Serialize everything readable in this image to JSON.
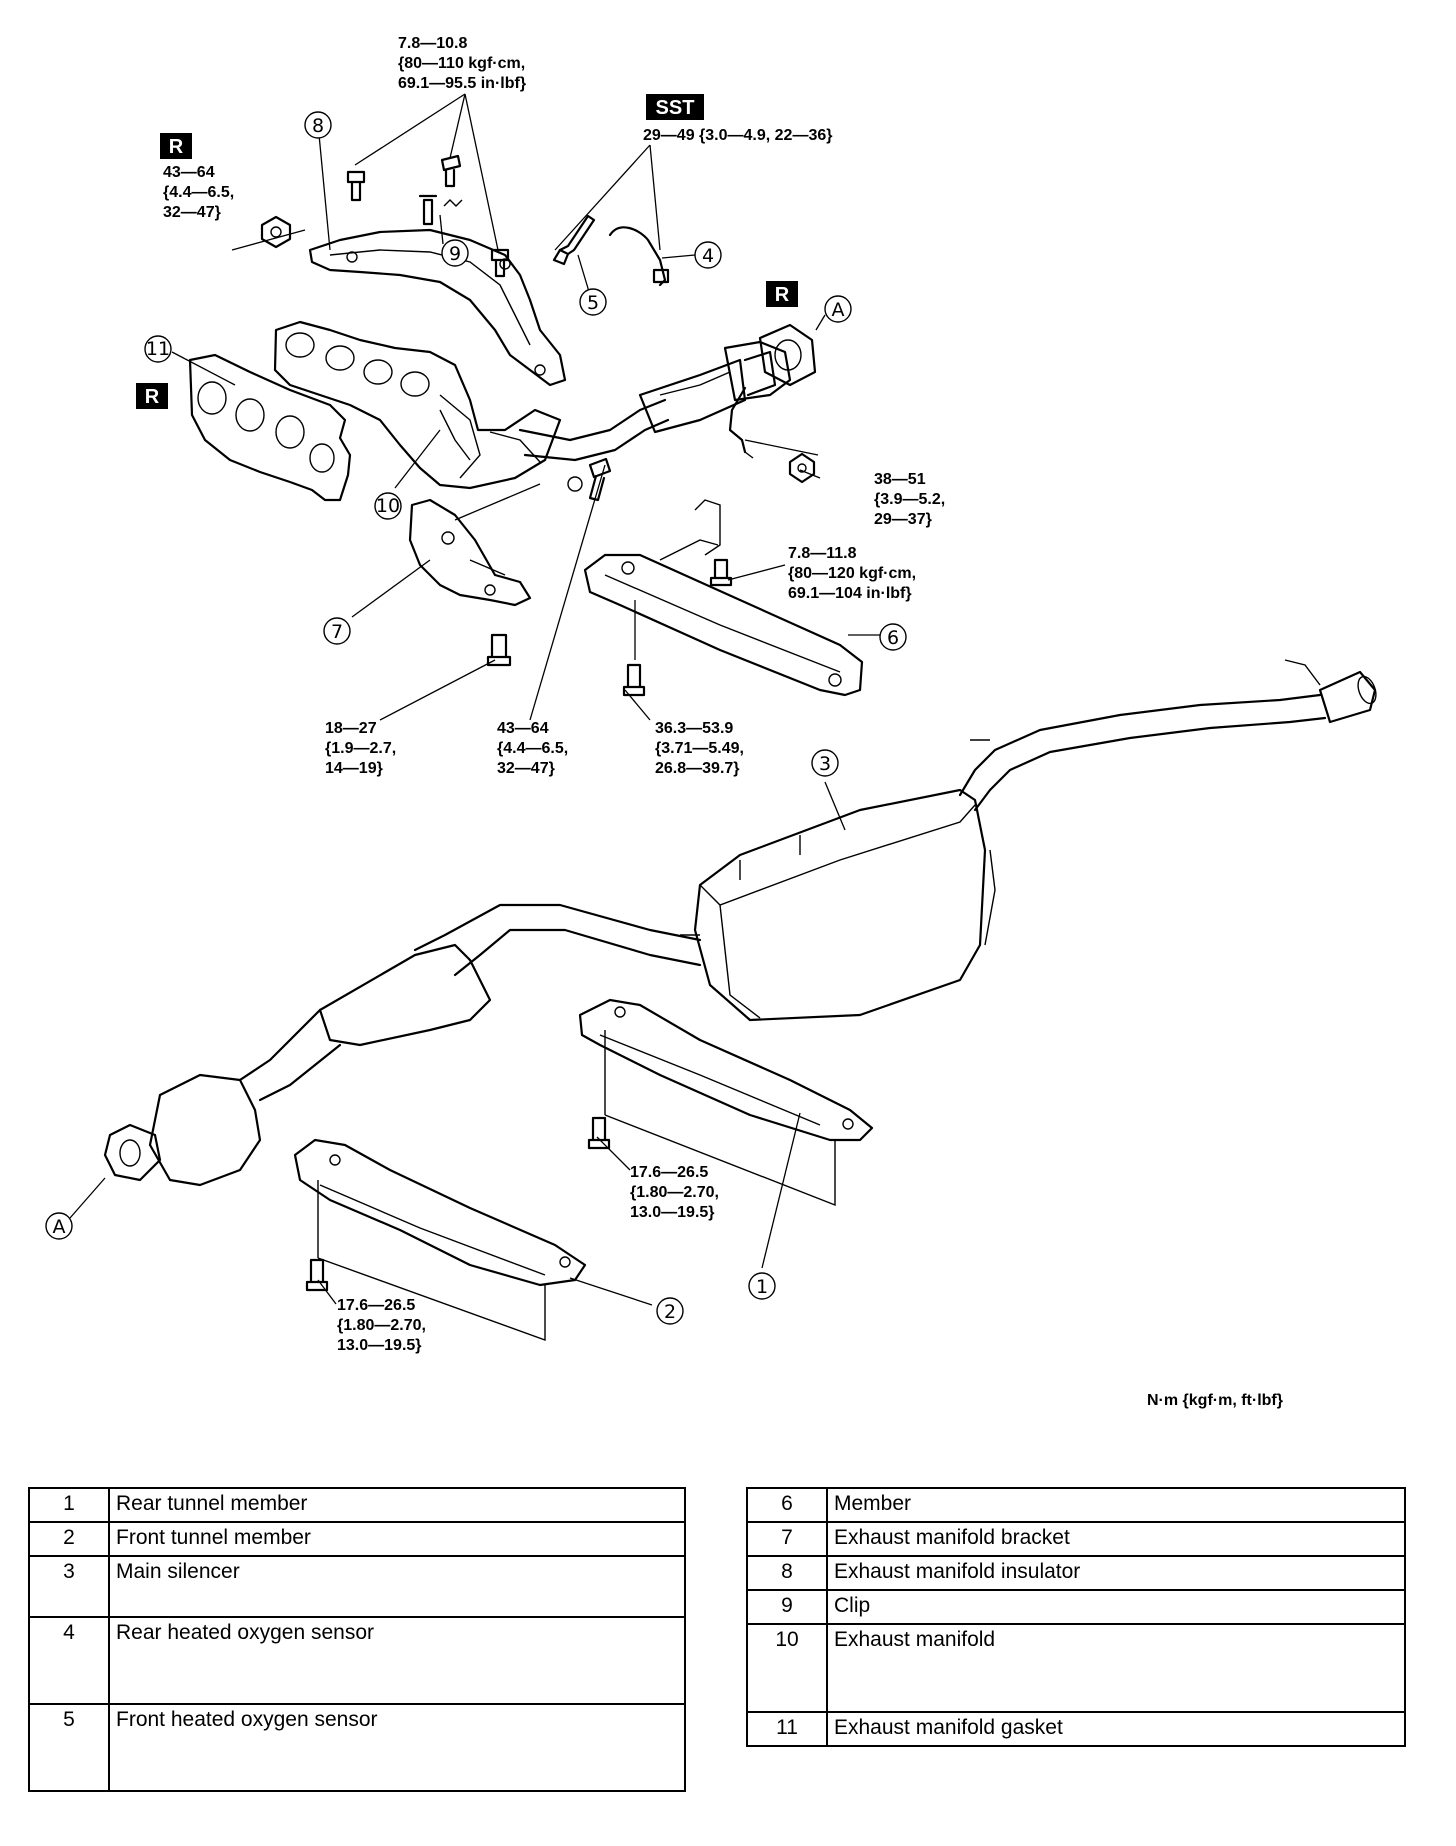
{
  "torque_specs": {
    "heatshield_bolts": [
      "7.8—10.8",
      "{80—110 kgf·cm,",
      "69.1—95.5 in·lbf}"
    ],
    "sst_label": "SST",
    "sensor_torque": "29—49 {3.0—4.9, 22—36}",
    "manifold_nut": [
      "43—64",
      "{4.4—6.5,",
      "32—47}"
    ],
    "flange_nut": [
      "38—51",
      "{3.9—5.2,",
      "29—37}"
    ],
    "member_bolts_upper": [
      "7.8—11.8",
      "{80—120 kgf·cm,",
      "69.1—104 in·lbf}"
    ],
    "bracket_bolt": [
      "18—27",
      "{1.9—2.7,",
      "14—19}"
    ],
    "bracket_stud": [
      "43—64",
      "{4.4—6.5,",
      "32—47}"
    ],
    "member_bolt_main": [
      "36.3—53.9",
      "{3.71—5.49,",
      "26.8—39.7}"
    ],
    "rear_tunnel_bolt": [
      "17.6—26.5",
      "{1.80—2.70,",
      "13.0—19.5}"
    ],
    "front_tunnel_bolt": [
      "17.6—26.5",
      "{1.80—2.70,",
      "13.0—19.5}"
    ]
  },
  "badges": {
    "replace": "R",
    "ref_a": "A"
  },
  "callouts": [
    "1",
    "2",
    "3",
    "4",
    "5",
    "6",
    "7",
    "8",
    "9",
    "10",
    "11"
  ],
  "units_note": "N·m {kgf·m, ft·lbf}",
  "legend_left": [
    {
      "num": "1",
      "name": "Rear tunnel member"
    },
    {
      "num": "2",
      "name": "Front tunnel member"
    },
    {
      "num": "3",
      "name": "Main silencer"
    },
    {
      "num": "4",
      "name": "Rear heated oxygen sensor"
    },
    {
      "num": "5",
      "name": "Front heated oxygen sensor"
    }
  ],
  "legend_right": [
    {
      "num": "6",
      "name": "Member"
    },
    {
      "num": "7",
      "name": "Exhaust manifold bracket"
    },
    {
      "num": "8",
      "name": "Exhaust manifold insulator"
    },
    {
      "num": "9",
      "name": "Clip"
    },
    {
      "num": "10",
      "name": "Exhaust manifold"
    },
    {
      "num": "11",
      "name": "Exhaust manifold gasket"
    }
  ]
}
